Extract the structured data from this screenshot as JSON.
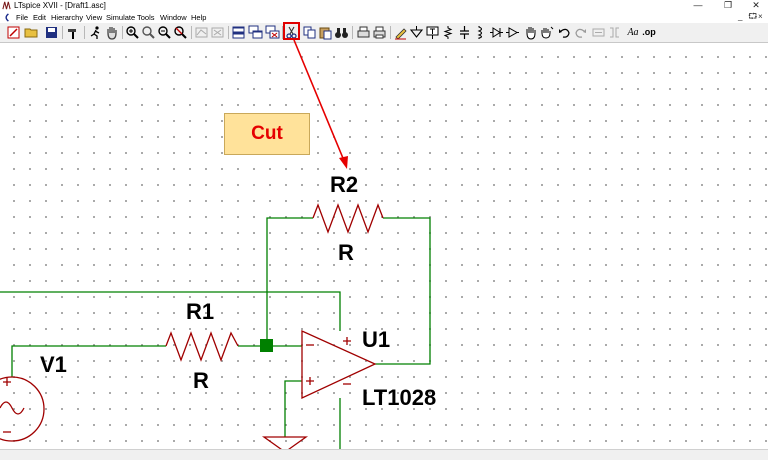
{
  "window": {
    "title": "LTspice XVII - [Draft1.asc]"
  },
  "menu": [
    "File",
    "Edit",
    "Hierarchy",
    "View",
    "Simulate",
    "Tools",
    "Window",
    "Help"
  ],
  "mdi_controls": [
    "_",
    "⮔",
    "×"
  ],
  "toolbar": {
    "buttons": [
      "new-schematic",
      "open",
      "save",
      "control-panel",
      "run",
      "halt",
      "zoom-in",
      "pan",
      "zoom-out",
      "zoom-fit",
      "autoscale",
      "delete-trace",
      "tile-windows",
      "cascade-windows",
      "close-windows",
      "cut",
      "copy",
      "paste",
      "find",
      "print-setup",
      "print",
      "draw-wire",
      "ground",
      "label-net",
      "resistor",
      "capacitor",
      "inductor",
      "diode",
      "component",
      "move",
      "drag",
      "undo",
      "redo",
      "rotate",
      "mirror",
      "text",
      "spice-directive"
    ],
    "highlighted": "cut",
    "directive_label": ".op",
    "text_label": "Aa"
  },
  "annotation": {
    "label": "Cut",
    "color": "#e60000",
    "fill": "#ffe29a"
  },
  "schematic": {
    "wire_color": "#008000",
    "component_color": "#a00000",
    "components": {
      "R2": {
        "name": "R2",
        "value": "R"
      },
      "R1": {
        "name": "R1",
        "value": "R"
      },
      "U1": {
        "name": "U1",
        "value": "LT1028"
      },
      "V1": {
        "name": "V1"
      }
    }
  }
}
